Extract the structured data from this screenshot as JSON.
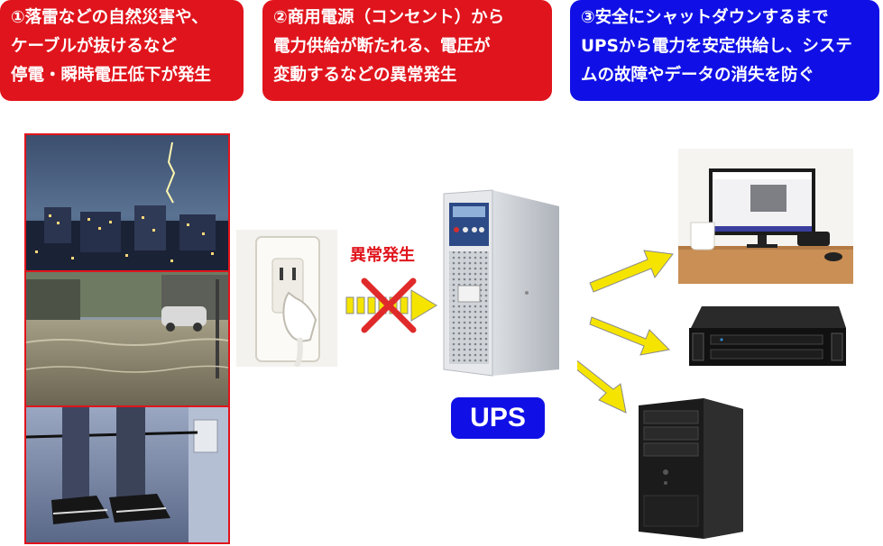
{
  "colors": {
    "red": "#e0141c",
    "blue": "#1010e6",
    "arrow_yellow": "#f5e400",
    "arrow_outline": "#7a7a7a",
    "cross": "#e02a2a"
  },
  "callouts": [
    {
      "color": "#e0141c",
      "lines": [
        "①落雷などの自然災害や、",
        "ケーブルが抜けるなど",
        "停電・瞬時電圧低下が発生"
      ]
    },
    {
      "color": "#e0141c",
      "lines": [
        "②商用電源（コンセント）から",
        "電力供給が断たれる、電圧が",
        "変動するなどの異常発生"
      ]
    },
    {
      "color": "#1010e6",
      "lines": [
        "③安全にシャットダウンするまで",
        "UPSから電力を安定供給し、システ",
        "ムの故障やデータの消失を防ぐ"
      ]
    }
  ],
  "abnormal_label": "異常発生",
  "ups_label": "UPS"
}
